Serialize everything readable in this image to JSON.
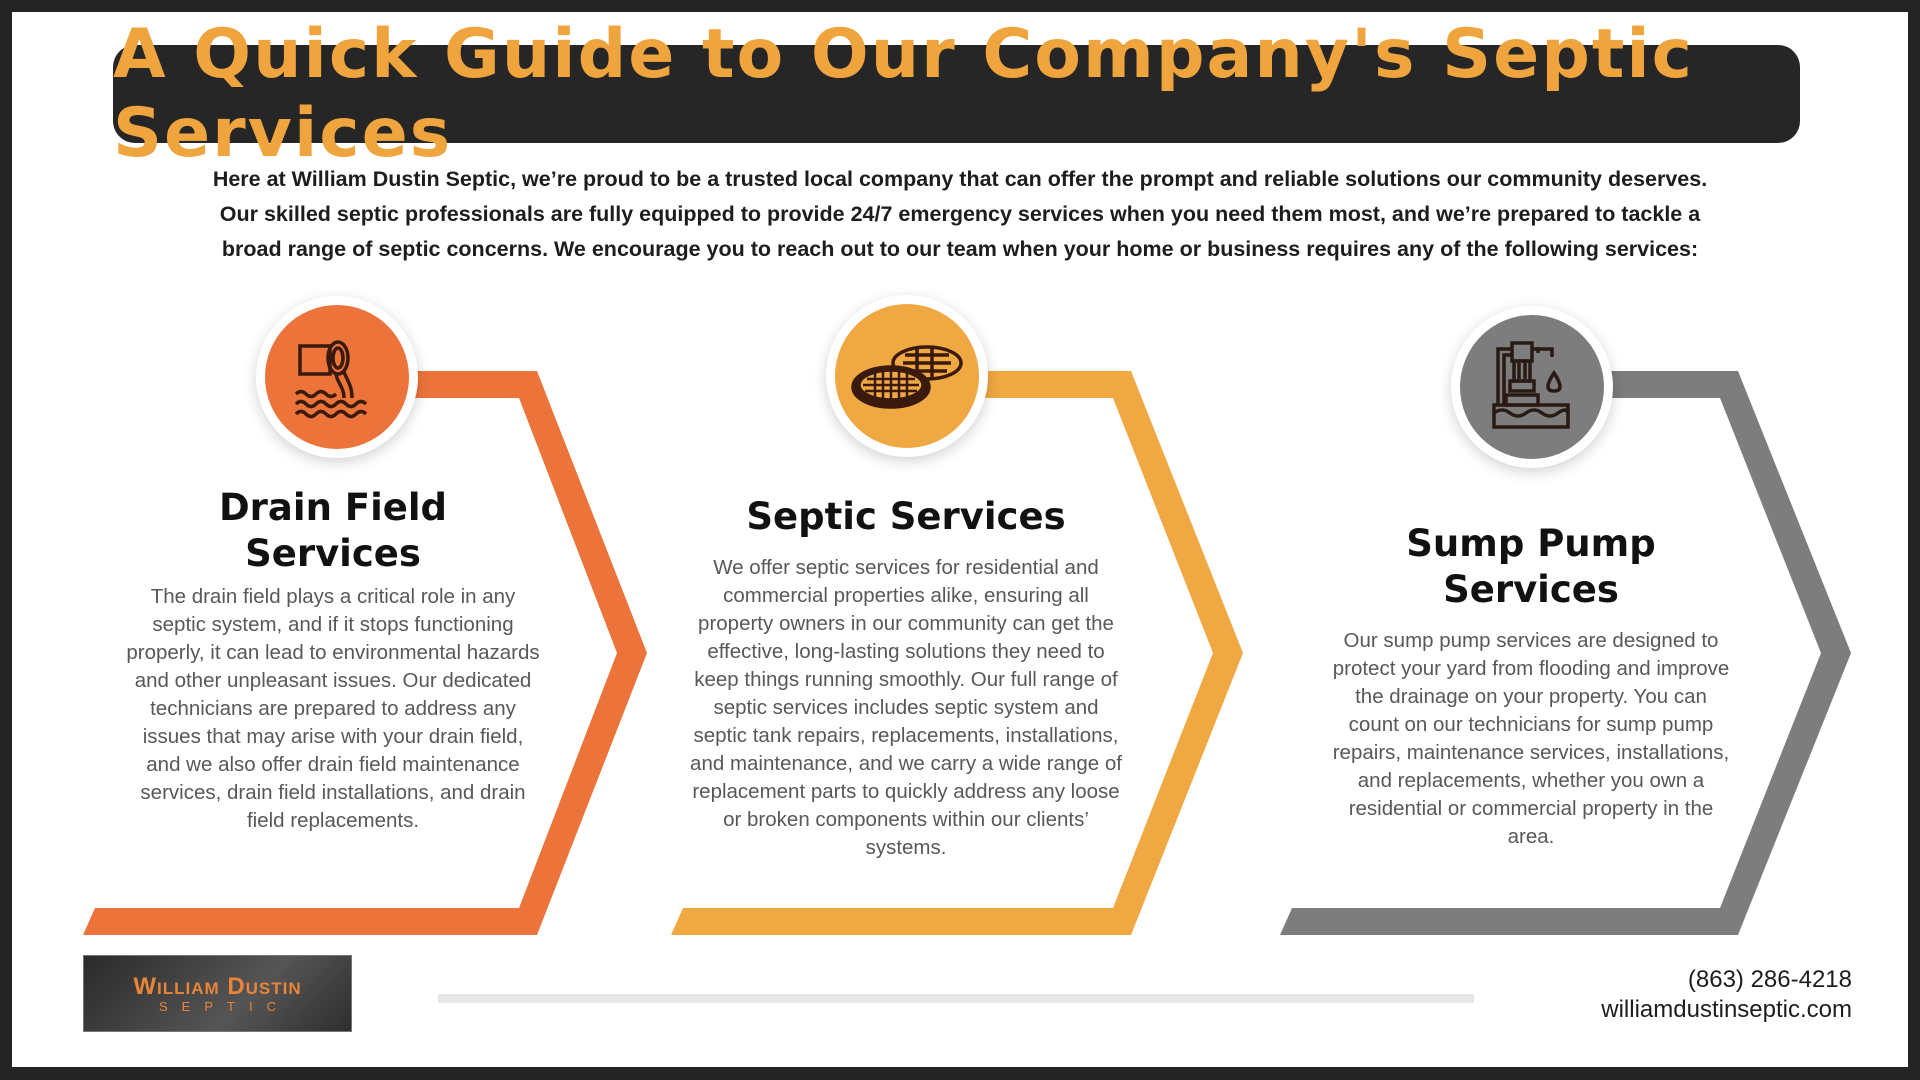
{
  "title": "A Quick Guide to Our Company's Septic Services",
  "intro_lines": [
    "Here at William Dustin Septic, we’re proud to be a trusted local company that can offer the prompt and reliable solutions our community deserves.",
    "Our skilled septic professionals are fully equipped to provide 24/7 emergency services when you need them most, and we’re prepared to tackle a",
    "broad range of septic concerns. We encourage you to reach out to our team when your home or business requires any of the following services:"
  ],
  "colors": {
    "orange": "#ec743a",
    "yellow": "#f0a843",
    "gray": "#7d7d7d",
    "title_bg": "#262626",
    "title_text": "#f0a43e"
  },
  "services": [
    {
      "icon": "pipe-discharge-icon",
      "title": "Drain Field Services",
      "title_lines": [
        "Drain Field",
        "Services"
      ],
      "body": "The drain field plays a critical role in any septic system, and if it stops functioning properly, it can lead to environmental hazards and other unpleasant issues. Our dedicated technicians are prepared to address any issues that may arise with your drain field, and we also offer drain field maintenance services, drain field installations, and drain field replacements."
    },
    {
      "icon": "manhole-covers-icon",
      "title": "Septic Services",
      "title_lines": [
        "Septic Services"
      ],
      "body": "We offer septic services for residential and commercial properties alike, ensuring all property owners in our community can get the effective, long-lasting solutions they need to keep things running smoothly. Our full range of septic services includes septic system and septic tank repairs, replacements, installations, and maintenance, and we carry a wide range of replacement parts to quickly address any loose or broken components within our clients’ systems."
    },
    {
      "icon": "sump-pump-icon",
      "title": "Sump Pump Services",
      "title_lines": [
        "Sump Pump",
        "Services"
      ],
      "body": "Our sump pump services are designed to protect your yard from flooding and improve the drainage on your property. You can count on our technicians for sump pump repairs, maintenance services, installations, and replacements, whether you own a residential or commercial property in the area."
    }
  ],
  "logo": {
    "line1": "William Dustin",
    "line2": "SEPTIC"
  },
  "contact": {
    "phone": "(863) 286-4218",
    "website": "williamdustinseptic.com"
  }
}
